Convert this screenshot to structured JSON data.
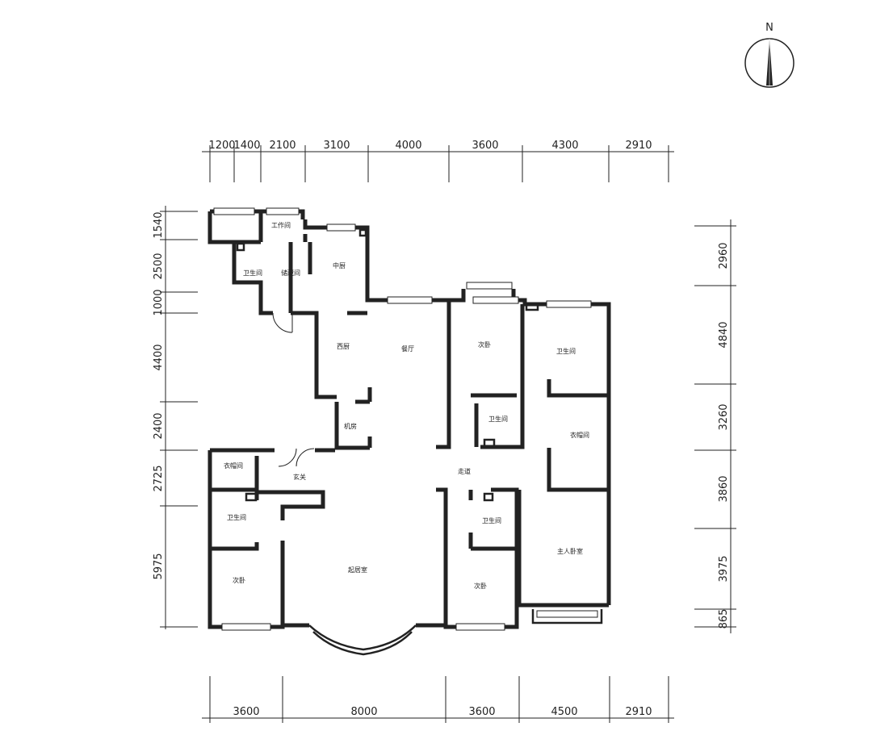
{
  "compass": {
    "label": "N"
  },
  "dims": {
    "top": [
      "1200",
      "1400",
      "2100",
      "3100",
      "4000",
      "3600",
      "4300",
      "2910"
    ],
    "bottom": [
      "3600",
      "8000",
      "3600",
      "4500",
      "2910"
    ],
    "left": [
      "1540",
      "2500",
      "1000",
      "4400",
      "2400",
      "2725",
      "5975"
    ],
    "right": [
      "2960",
      "4840",
      "3260",
      "3860",
      "3975",
      "865"
    ]
  },
  "rooms": {
    "work": "工作间",
    "bath_a": "卫生间",
    "storage": "储藏间",
    "chinese_kitchen": "中厨",
    "western_kitchen": "西厨",
    "dining": "餐厅",
    "second_bedroom_a": "次卧",
    "bath_b": "卫生间",
    "bath_c": "卫生间",
    "machine": "机房",
    "walkin_b": "衣帽间",
    "walkin_a": "衣帽间",
    "entrance": "玄关",
    "corridor": "走道",
    "bath_d": "卫生间",
    "bath_e": "卫生间",
    "master": "主人卧室",
    "second_bedroom_b": "次卧",
    "living": "起居室",
    "second_bedroom_c": "次卧"
  }
}
